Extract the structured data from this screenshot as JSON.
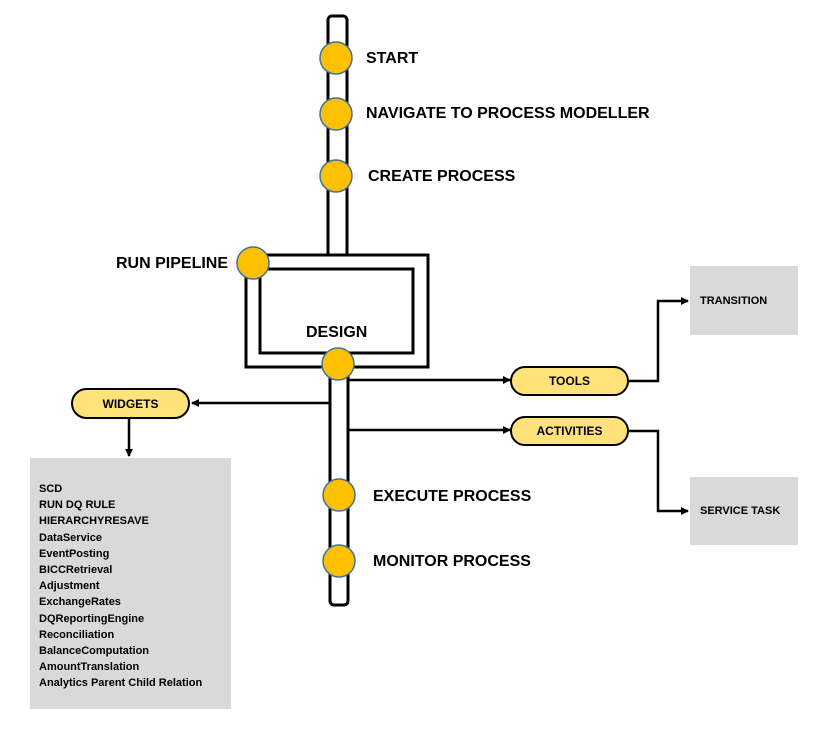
{
  "colors": {
    "accent": "#FFC000",
    "pill_fill": "#FFE27A",
    "box_fill": "#D9D9D9",
    "stroke": "#000000",
    "node_border": "#41719C"
  },
  "steps": {
    "start": "START",
    "navigate": "NAVIGATE TO PROCESS MODELLER",
    "create": "CREATE PROCESS",
    "run_pipeline": "RUN PIPELINE",
    "design": "DESIGN",
    "execute": "EXECUTE PROCESS",
    "monitor": "MONITOR PROCESS"
  },
  "branches": {
    "widgets": "WIDGETS",
    "tools": "TOOLS",
    "activities": "ACTIVITIES"
  },
  "boxes": {
    "transition": "TRANSITION",
    "service_task": "SERVICE TASK"
  },
  "widget_items": [
    "SCD",
    "RUN DQ RULE",
    "HIERARCHYRESAVE",
    "DataService",
    "EventPosting",
    "BICCRetrieval",
    "Adjustment",
    "ExchangeRates",
    "DQReportingEngine",
    "Reconciliation",
    "BalanceComputation",
    "AmountTranslation",
    "Analytics Parent Child Relation"
  ]
}
